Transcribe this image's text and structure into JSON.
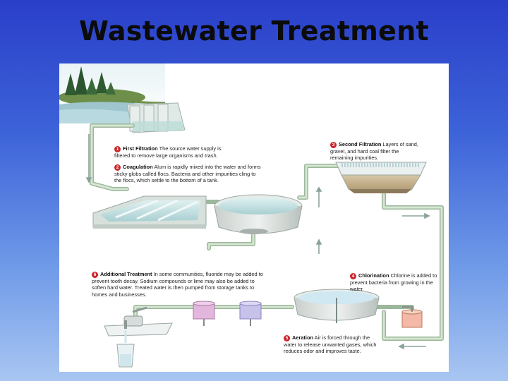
{
  "slide": {
    "title": "Wastewater Treatment"
  },
  "steps": [
    {
      "number": "1",
      "heading": "First Filtration",
      "text": "The source water supply is filtered to remove large organisms and trash."
    },
    {
      "number": "2",
      "heading": "Coagulation",
      "text": "Alum is rapidly mixed into the water and forms sticky globs called flocs. Bacteria and other impurities cling to the flocs, which settle to the bottom of a tank."
    },
    {
      "number": "3",
      "heading": "Second Filtration",
      "text": "Layers of sand, gravel, and hard coal filter the remaining impurities."
    },
    {
      "number": "4",
      "heading": "Chlorination",
      "text": "Chlorine is added to prevent bacteria from growing in the water."
    },
    {
      "number": "5",
      "heading": "Aeration",
      "text": "Air is forced through the water to release unwanted gases, which reduces odor and improves taste."
    },
    {
      "number": "6",
      "heading": "Additional Treatment",
      "text": "In some communities, fluoride may be added to prevent tooth decay. Sodium compounds or lime may also be added to soften hard water. Treated water is then pumped from storage tanks to homes and businesses."
    }
  ],
  "colors": {
    "badge": "#c9252a",
    "pipe": "#c9d9c7",
    "arrow": "#8aa39a",
    "water": "#cfe6ec"
  }
}
